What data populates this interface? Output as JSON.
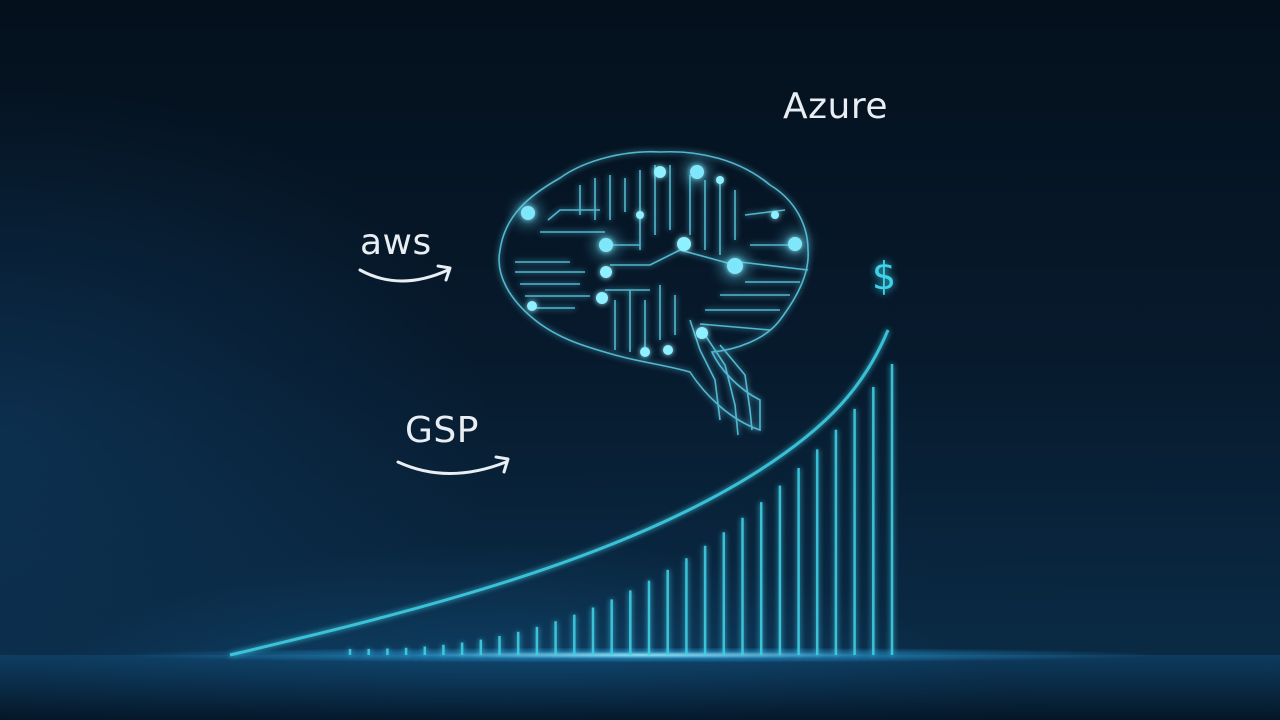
{
  "labels": {
    "azure": "Azure",
    "aws": "aws",
    "gsp": "GSP",
    "dollar": "$"
  },
  "colors": {
    "background_top": "#04101c",
    "background_bottom": "#0b2e4a",
    "glow": "#3fd2e8",
    "text": "#e8eef4"
  },
  "icons": {
    "brain": "circuit-brain-icon",
    "aws_smile": "aws-smile-arrow-icon",
    "gsp_smile": "smile-arrow-icon"
  }
}
